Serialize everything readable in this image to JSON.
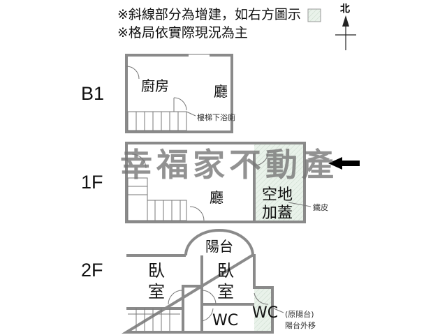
{
  "notes": {
    "line1": "※斜線部分為增建，如右方圖示",
    "line2": "※格局依實際現況為主"
  },
  "north_label": "北",
  "watermark": "幸福家不動產",
  "colors": {
    "wall": "#8a8a8a",
    "addition_fill": "#e9f2ea"
  },
  "floors": {
    "b1": {
      "label": "B1",
      "kitchen": "廚房",
      "hall": "廳",
      "note": "樓梯下浴廁"
    },
    "f1": {
      "label": "1F",
      "hall": "廳",
      "addition_1": "空地",
      "addition_2": "加蓋",
      "note": "鐵皮"
    },
    "f2": {
      "label": "2F",
      "balcony": "陽台",
      "bedroom_1a": "臥",
      "bedroom_1b": "室",
      "bedroom_2a": "臥",
      "bedroom_2b": "室",
      "wc1": "WC",
      "wc2": "WC",
      "note1": "(原陽台)",
      "note2": "陽台外移"
    }
  }
}
